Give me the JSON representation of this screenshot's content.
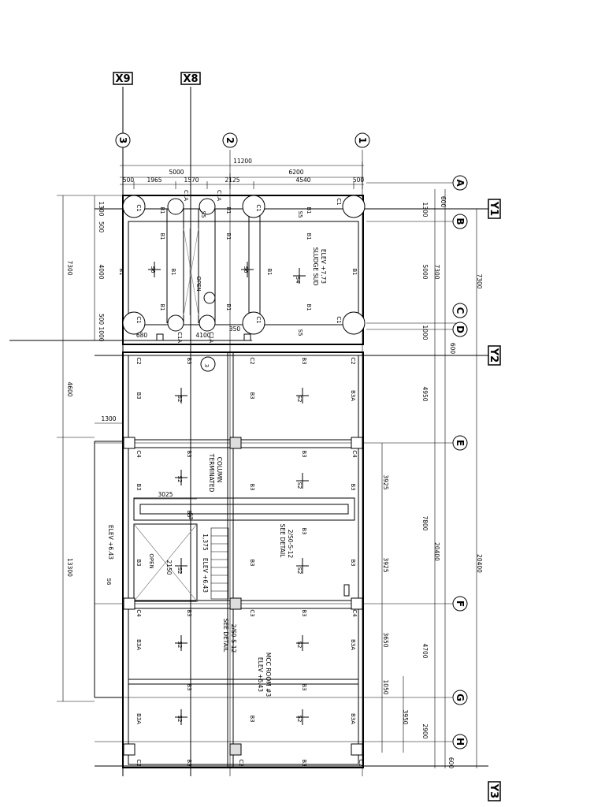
{
  "grid_boxes": {
    "x9": "X9",
    "x8": "X8",
    "y1": "Y1",
    "y2": "Y2",
    "y3": "Y3"
  },
  "grid_bubbles": {
    "top": [
      "3",
      "2",
      "1"
    ],
    "right": [
      "A",
      "B",
      "C",
      "D",
      "E",
      "F",
      "G",
      "H"
    ]
  },
  "top_dims": {
    "overall": "11200",
    "left_span": "5000",
    "right_span": "6200",
    "sub": [
      "500",
      "1965",
      "1570",
      "2125",
      "4540",
      "500"
    ]
  },
  "right_dims": {
    "inner": [
      "600",
      "1300",
      "5000",
      "1000",
      "600",
      "4950",
      "7800",
      "4700",
      "2900",
      "600"
    ],
    "inner_vertical": [
      "7300",
      "20400"
    ],
    "outer": [
      "7300",
      "20400"
    ],
    "sub_mid": [
      "3925",
      "3925",
      "3650",
      "1050",
      "3950"
    ]
  },
  "left_dims": {
    "outer": [
      "7300",
      "4600",
      "13300"
    ],
    "inner": [
      "1300",
      "500",
      "4000",
      "500",
      "1000"
    ],
    "inner_h": [
      "1300"
    ]
  },
  "misc_dims": {
    "d680": "680",
    "d4100": "4100",
    "d350": "350",
    "d3025": "3025",
    "d1375": "1,375",
    "d2150": "2150"
  },
  "labels": {
    "c1": "C1",
    "c1a": "C1A",
    "c2": "C2",
    "c3": "C3",
    "c4": "C4",
    "b1": "B1",
    "b3": "B3",
    "b3a": "B3A",
    "s2": "S2",
    "s4": "S4",
    "s5": "S5",
    "s6": "S6",
    "open": "OPEN"
  },
  "notes": {
    "sludge": "SLUDGE SUD",
    "sludge_elev": "ELEV +7.73",
    "terminated_1": "TERMINATED",
    "terminated_2": "COLUMN",
    "see_detail": "SEE DETAIL",
    "detail_ref": "2/S0-S-12",
    "elev_643": "ELEV +6.43",
    "elev_643b": "ELEV +6.43",
    "mcc_room": "MCC ROOM #3",
    "mcc_elev": "ELEV +6.43",
    "sec_ref": "3"
  }
}
